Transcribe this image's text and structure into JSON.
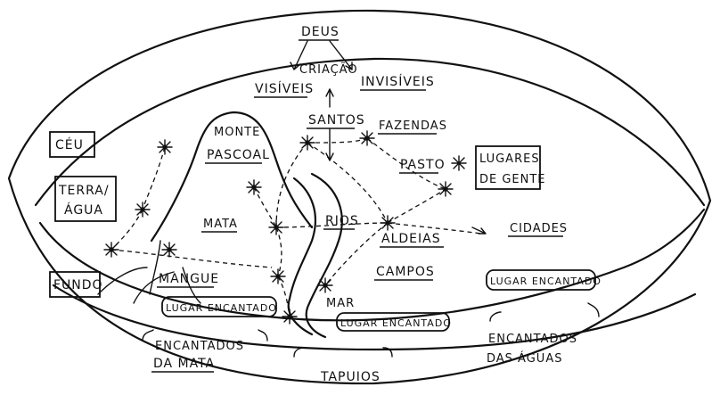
{
  "top": {
    "deus": "DEUS",
    "criacao": "CRIAÇÃO",
    "visiveis": "VISÍVEIS",
    "invisiveis": "INVISÍVEIS"
  },
  "realms": {
    "ceu": "CÉU",
    "terra_agua_line1": "TERRA/",
    "terra_agua_line2": "ÁGUA",
    "fundo": "FUNDO"
  },
  "places": {
    "monte": "MONTE",
    "pascoal": "PASCOAL",
    "santos": "SANTOS",
    "fazendas": "FAZENDAS",
    "pasto": "PASTO",
    "lugares_line1": "LUGARES",
    "lugares_line2": "DE GENTE",
    "mata": "MATA",
    "rios": "RIOS",
    "aldeias": "ALDEIAS",
    "cidades": "CIDADES",
    "mangue": "MANGUE",
    "campos": "CAMPOS",
    "mar": "MAR"
  },
  "enchanted": {
    "lugar1": "LUGAR ENCANTADO",
    "lugar2": "LUGAR ENCANTADO",
    "lugar3": "LUGAR ENCANTADO",
    "mata_line1": "ENCANTADOS",
    "mata_line2": "DA MATA",
    "aguas_line1": "ENCANTADOS",
    "aguas_line2": "DAS ÁGUAS",
    "tapuios": "TAPUIOS"
  }
}
